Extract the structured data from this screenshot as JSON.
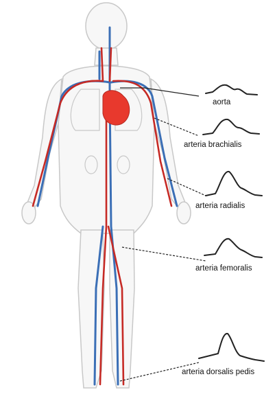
{
  "diagram": {
    "arteries": [
      {
        "label": "aorta"
      },
      {
        "label": "arteria brachialis"
      },
      {
        "label": "arteria radialis"
      },
      {
        "label": "arteria femoralis"
      },
      {
        "label": "arteria dorsalis pedis"
      }
    ]
  },
  "colors": {
    "artery": "#c62a25",
    "vein": "#3b6fb6",
    "heart": "#e8392d",
    "body_outline": "#c8c8c8",
    "waveform": "#222222",
    "leader_line": "#222222"
  }
}
